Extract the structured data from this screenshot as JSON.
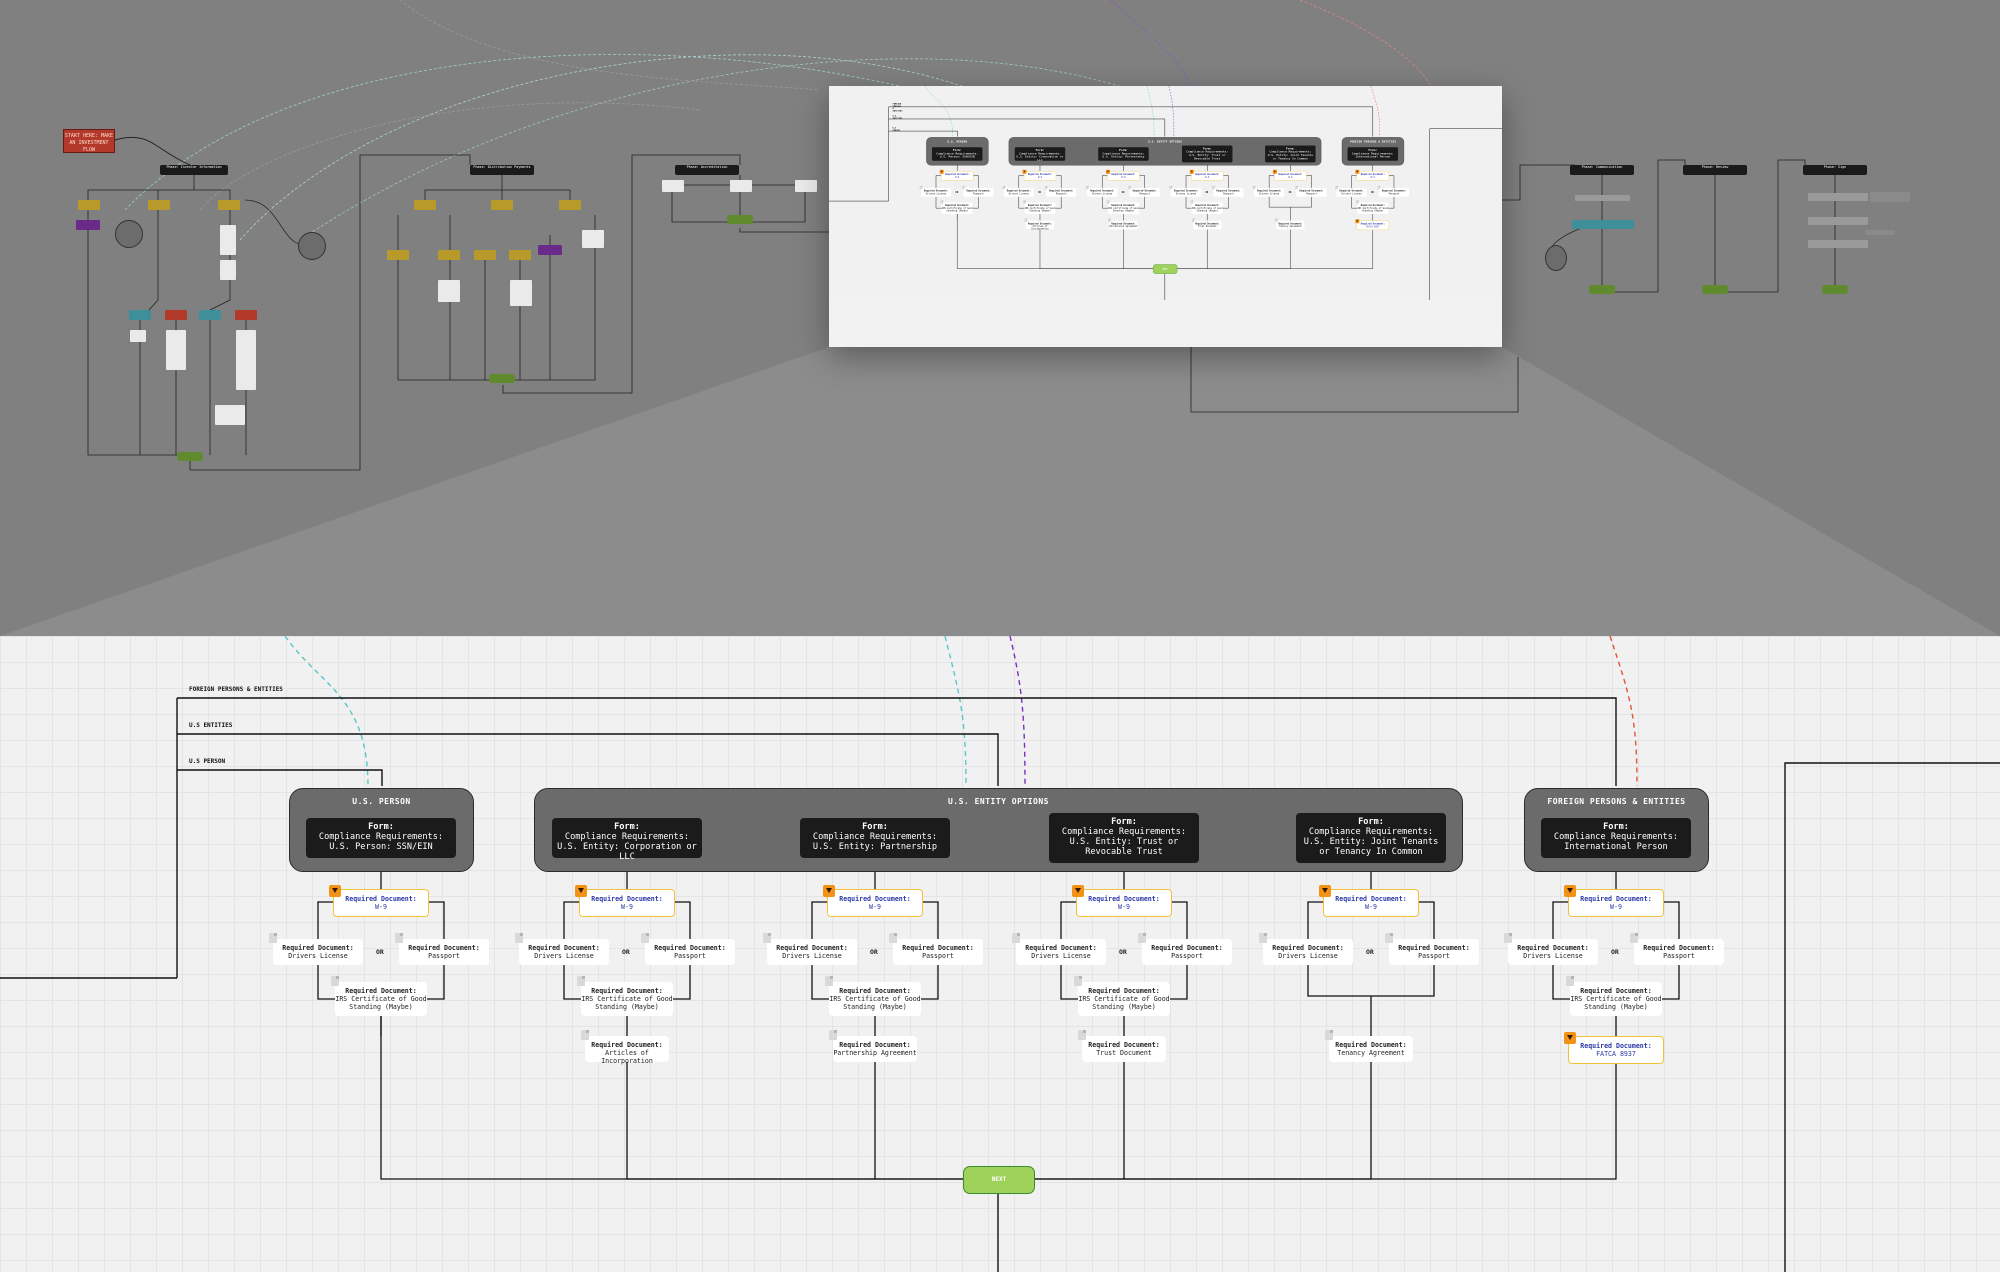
{
  "overview": {
    "start": "START HERE: MAKE AN INVESTMENT FLOW",
    "phases": [
      {
        "label": "Phase: Investor Information"
      },
      {
        "label": "Phase: Distribution Payments"
      },
      {
        "label": "Phase: Accreditation"
      },
      {
        "label": "Phase: Communication"
      },
      {
        "label": "Phase: Review"
      },
      {
        "label": "Phase: Sign"
      }
    ]
  },
  "paths": {
    "foreign": "FOREIGN PERSONS & ENTITIES",
    "entities": "U.S ENTITIES",
    "person": "U.S PERSON"
  },
  "groups": {
    "us_person": "U.S. PERSON",
    "us_entity": "U.S. ENTITY OPTIONS",
    "foreign": "FOREIGN PERSONS & ENTITIES"
  },
  "form_label": "Form:",
  "req_label": "Required Document:",
  "or_label": "OR",
  "next_label": "NEXT",
  "columns": [
    {
      "form": [
        "Compliance Requirements:",
        "U.S. Person: SSN/EIN"
      ],
      "primary": "W-9",
      "left": "Drivers License",
      "right": "Passport",
      "irs": "IRS Certificate of Good Standing (Maybe)",
      "extra": ""
    },
    {
      "form": [
        "Compliance Requirements:",
        "U.S. Entity: Corporation or LLC"
      ],
      "primary": "W-9",
      "left": "Drivers License",
      "right": "Passport",
      "irs": "IRS Certificate of Good Standing (Maybe)",
      "extra": "Articles of Incorporation"
    },
    {
      "form": [
        "Compliance Requirements:",
        "U.S. Entity: Partnership"
      ],
      "primary": "W-9",
      "left": "Drivers License",
      "right": "Passport",
      "irs": "IRS Certificate of Good Standing (Maybe)",
      "extra": "Partnership Agreement"
    },
    {
      "form": [
        "Compliance Requirements:",
        "U.S. Entity: Trust or Revocable Trust"
      ],
      "primary": "W-9",
      "left": "Drivers License",
      "right": "Passport",
      "irs": "IRS Certificate of Good Standing (Maybe)",
      "extra": "Trust Document"
    },
    {
      "form": [
        "Compliance Requirements:",
        "U.S. Entity: Joint Tenants or Tenancy In Common"
      ],
      "primary": "W-9",
      "left": "Drivers License",
      "right": "Passport",
      "irs": "",
      "extra": "Tenancy Agreement"
    },
    {
      "form": [
        "Compliance Requirements:",
        "International Person"
      ],
      "primary": "W-9",
      "left": "Drivers License",
      "right": "Passport",
      "irs": "IRS Certificate of Good Standing (Maybe)",
      "extra": "FATCA 8937"
    }
  ],
  "colors": {
    "overview_bg": "#808080",
    "canvas_bg": "#f1f1f1",
    "group_bg": "#6b6b6b",
    "form_bg": "#1b1b1b",
    "required_border": "#f2c23a",
    "required_text": "#2b38a8",
    "required_icon": "#f29318",
    "next_green": "#9ed25a",
    "link_teal": "#57c7c7",
    "link_purple": "#7b2fbf",
    "link_red": "#e5543a"
  }
}
